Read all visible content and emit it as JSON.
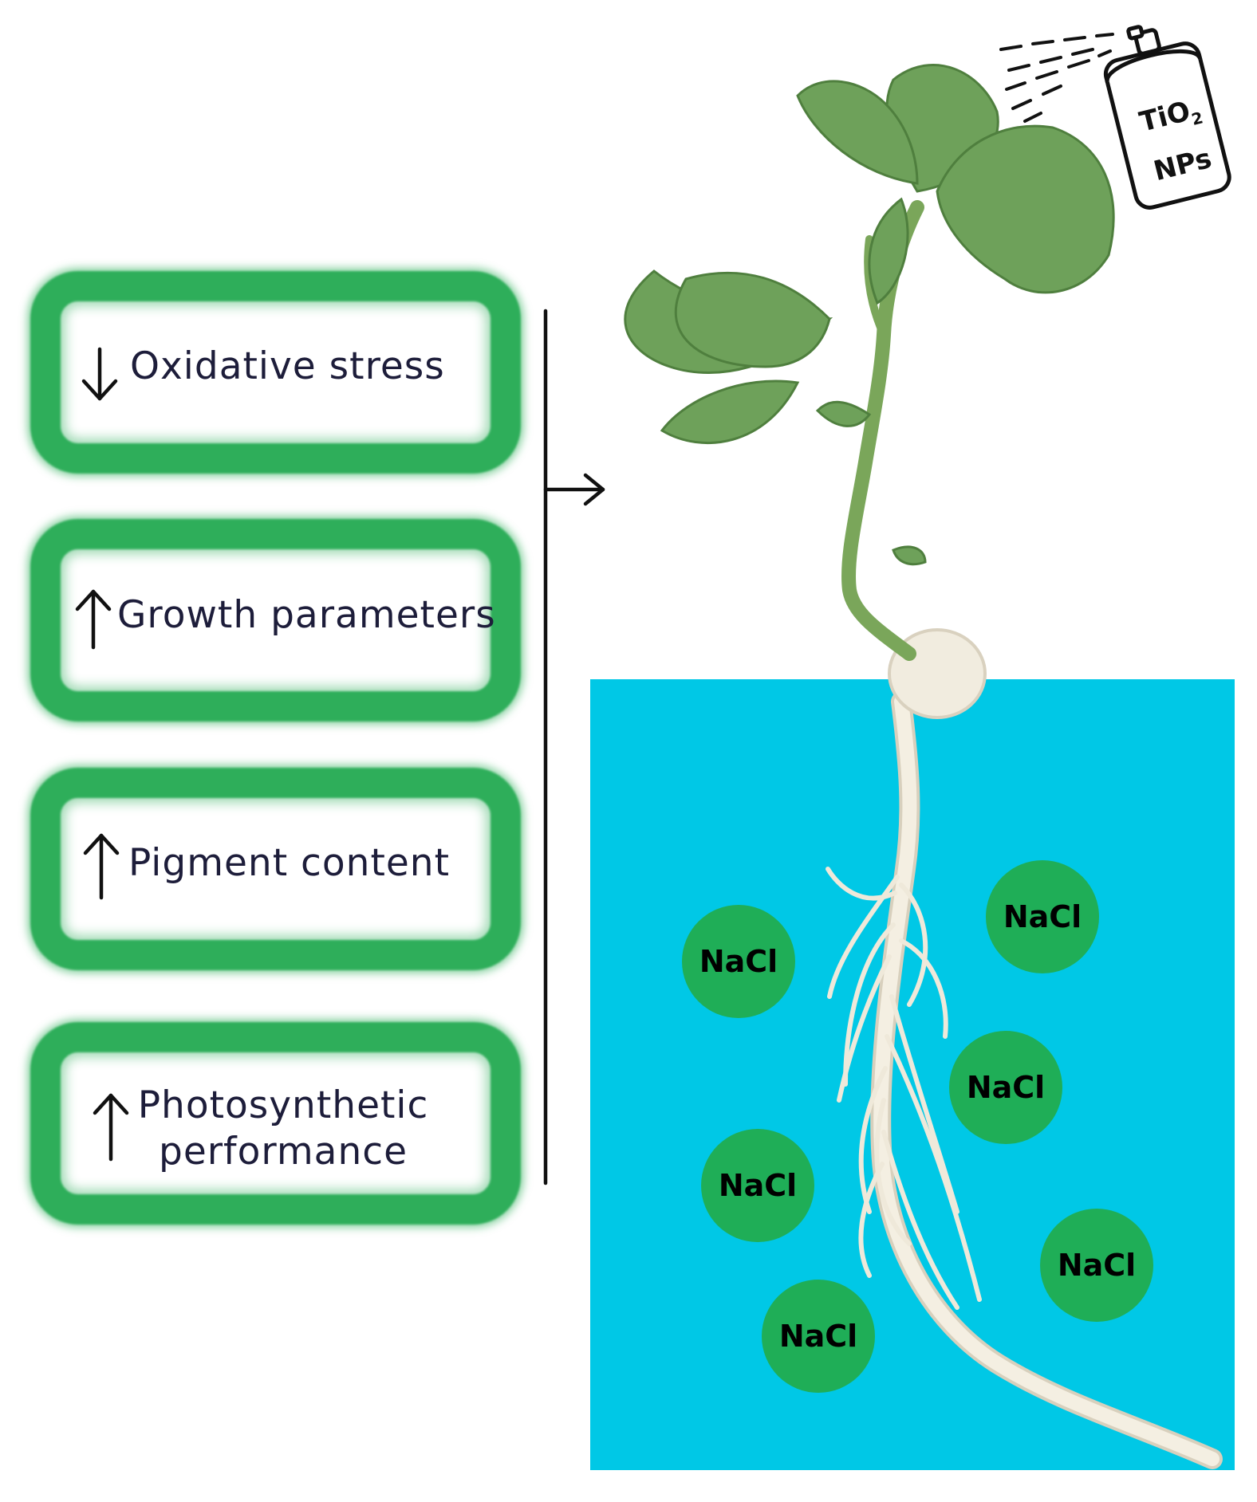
{
  "effects": [
    {
      "direction": "down",
      "label": "Oxidative stress"
    },
    {
      "direction": "up",
      "label": "Growth parameters"
    },
    {
      "direction": "up",
      "label": "Pigment content"
    },
    {
      "direction": "up",
      "label_line1": "Photosynthetic",
      "label_line2": "performance"
    }
  ],
  "spray": {
    "line1": "TiO",
    "subscript": "2",
    "line2": "NPs"
  },
  "salt_label": "NaCl",
  "colors": {
    "box_border": "#2eae5a",
    "salt_solution": "#00c8e6",
    "nacl": "#1fae57",
    "leaf": "#6ea15a",
    "root": "#f2ede0"
  }
}
